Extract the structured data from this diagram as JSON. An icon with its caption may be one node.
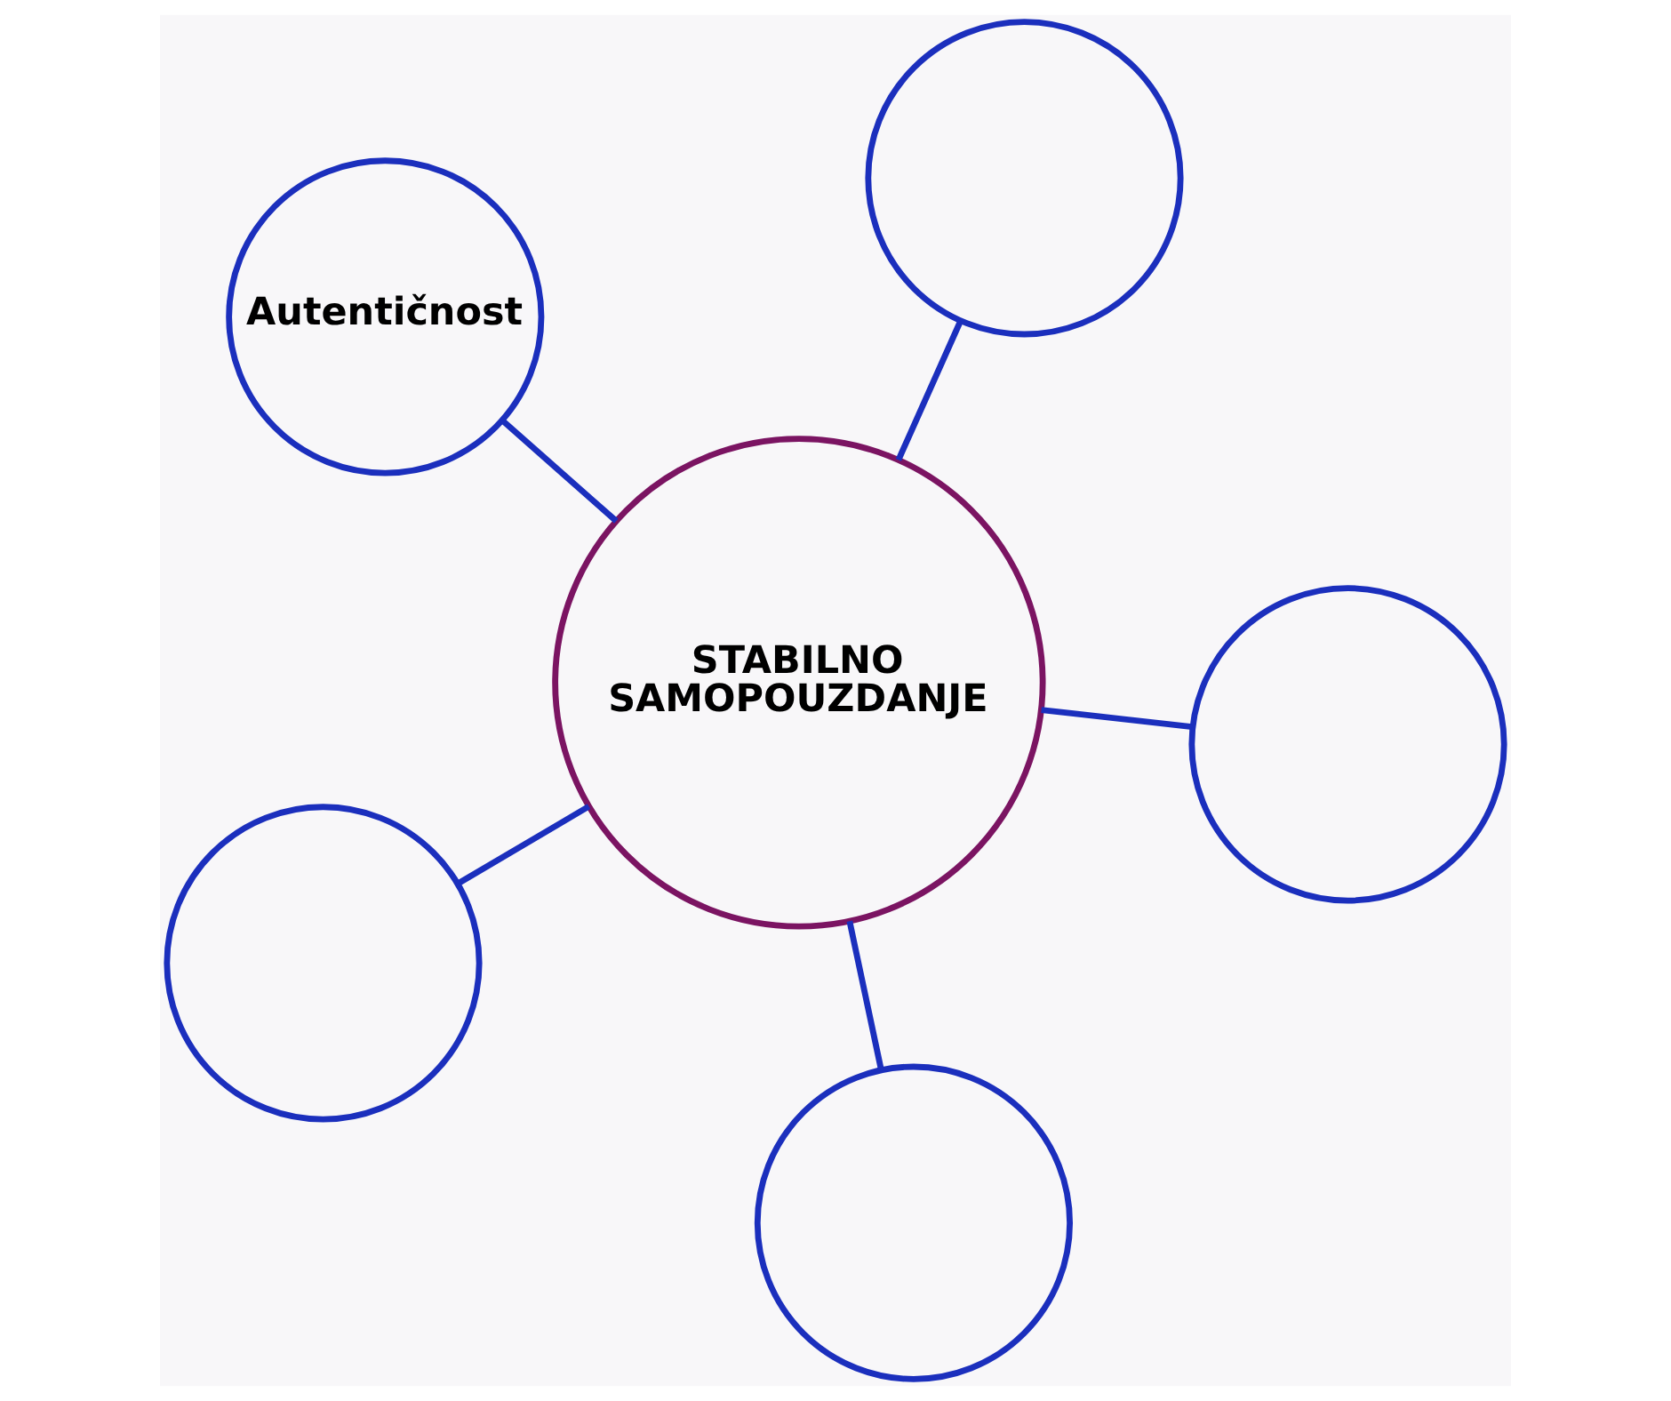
{
  "diagram": {
    "nodes": [
      {
        "text": [
          "Autentičnost"
        ]
      },
      {
        "text": [],
        "shape": "circle"
      },
      {
        "text": [],
        "shape": "circle"
      },
      {
        "text": [
          "STABILNO SAMOPOUZDANJE"
        ]
      },
      {
        "text": [],
        "shape": "circle"
      },
      {
        "text": [],
        "shape": "circle"
      }
    ],
    "edges": [
      {
        "from": 3,
        "to": 0,
        "arrow": "none"
      },
      {
        "from": 3,
        "to": 1,
        "arrow": "none"
      },
      {
        "from": 3,
        "to": 2,
        "arrow": "none"
      },
      {
        "from": 3,
        "to": 4,
        "arrow": "none"
      },
      {
        "from": 3,
        "to": 5,
        "arrow": "none"
      }
    ]
  }
}
